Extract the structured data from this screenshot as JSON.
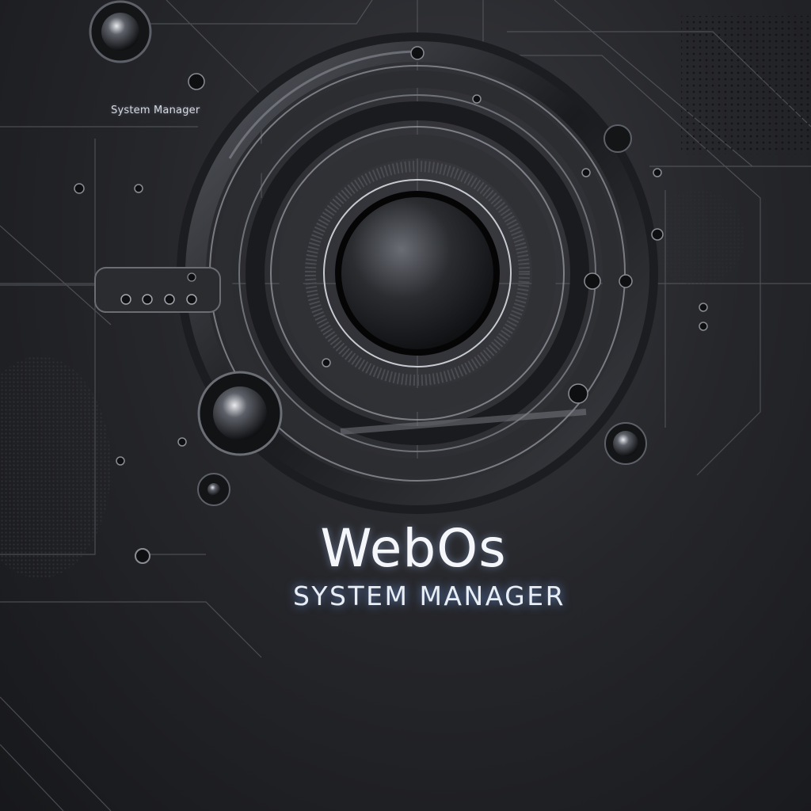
{
  "corner_label": "System Manager",
  "brand": {
    "name": "WebOs",
    "subtitle": "SYSTEM MANAGER"
  },
  "colors": {
    "background": "#1b1c1f",
    "metal_dark": "#111214",
    "metal_light": "#c9ccd2",
    "text": "#f4f6fa",
    "glow": "#7aa8ff"
  }
}
